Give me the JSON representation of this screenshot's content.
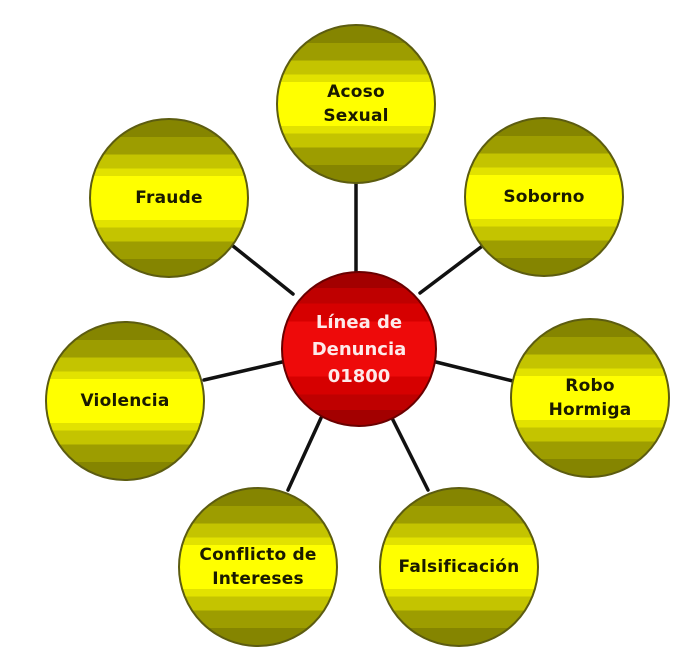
{
  "diagram": {
    "type": "hub-and-spoke",
    "colors": {
      "hub_fill": "#e00000",
      "hub_text": "#fdeaea",
      "spoke_fill_light": "#ffff00",
      "spoke_fill_dark": "#858500",
      "spoke_text": "#1a1a00",
      "connector": "#111111"
    },
    "center": {
      "label": "Línea de\nDenuncia\n01800"
    },
    "nodes": [
      {
        "id": "acoso-sexual",
        "label": "Acoso\nSexual"
      },
      {
        "id": "soborno",
        "label": "Soborno"
      },
      {
        "id": "robo-hormiga",
        "label": "Robo\nHormiga"
      },
      {
        "id": "falsificacion",
        "label": "Falsificación"
      },
      {
        "id": "conflicto-de-intereses",
        "label": "Conflicto de\nIntereses"
      },
      {
        "id": "violencia",
        "label": "Violencia"
      },
      {
        "id": "fraude",
        "label": "Fraude"
      }
    ]
  }
}
